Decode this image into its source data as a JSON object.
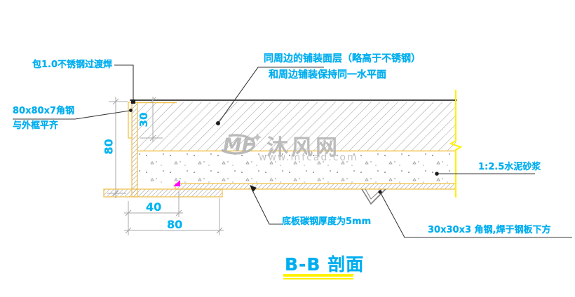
{
  "drawing": {
    "title": "B-B 剖面",
    "labels": {
      "stainless_wrap": "包1.0不锈钢过渡焊",
      "angle_frame_line1": "80x80x7角钢",
      "angle_frame_line2": "与外框平齐",
      "paving_line1": "同周边的铺装面层（略高于不锈钢）",
      "paving_line2": "和周边铺装保持同一水平面",
      "mortar": "1:2.5水泥砂浆",
      "bottom_plate": "底板碳钢厚度为5mm",
      "small_angle": "30x30x3 角钢,焊于钢板下方"
    },
    "dimensions": {
      "frame_depth": "80",
      "wrap_depth": "30",
      "step_width": "40",
      "leg_width": "80"
    },
    "colors": {
      "label_cyan": "#00AEEF",
      "steel_outline_gold": "#F2C14E",
      "break_line_yellow": "#FFF100",
      "dimension_gray": "#A8A8A8",
      "weld_magenta": "#FF00FF",
      "hatch_gray": "#9C9C9C"
    }
  },
  "watermark": {
    "logo": "MF",
    "site_name": "沐风网",
    "site_url": "www.mfcad.com"
  }
}
